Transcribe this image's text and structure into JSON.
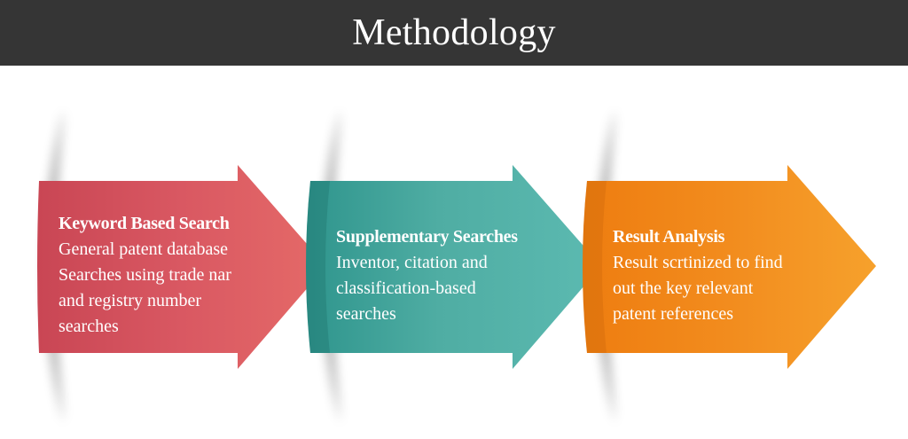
{
  "title": "Methodology",
  "colors": {
    "header_bg": "#353535",
    "step1": "#d95862",
    "step2": "#4fada3",
    "step3": "#f28c1e",
    "text": "#ffffff"
  },
  "steps": [
    {
      "title": "Keyword Based Search",
      "description": "General patent database\nSearches using  trade nar\nand registry number\nsearches"
    },
    {
      "title": "Supplementary Searches",
      "description": "Inventor, citation and\nclassification-based\nsearches"
    },
    {
      "title": "Result Analysis",
      "description": "Result scrtinized to find\nout the key relevant\npatent references"
    }
  ]
}
